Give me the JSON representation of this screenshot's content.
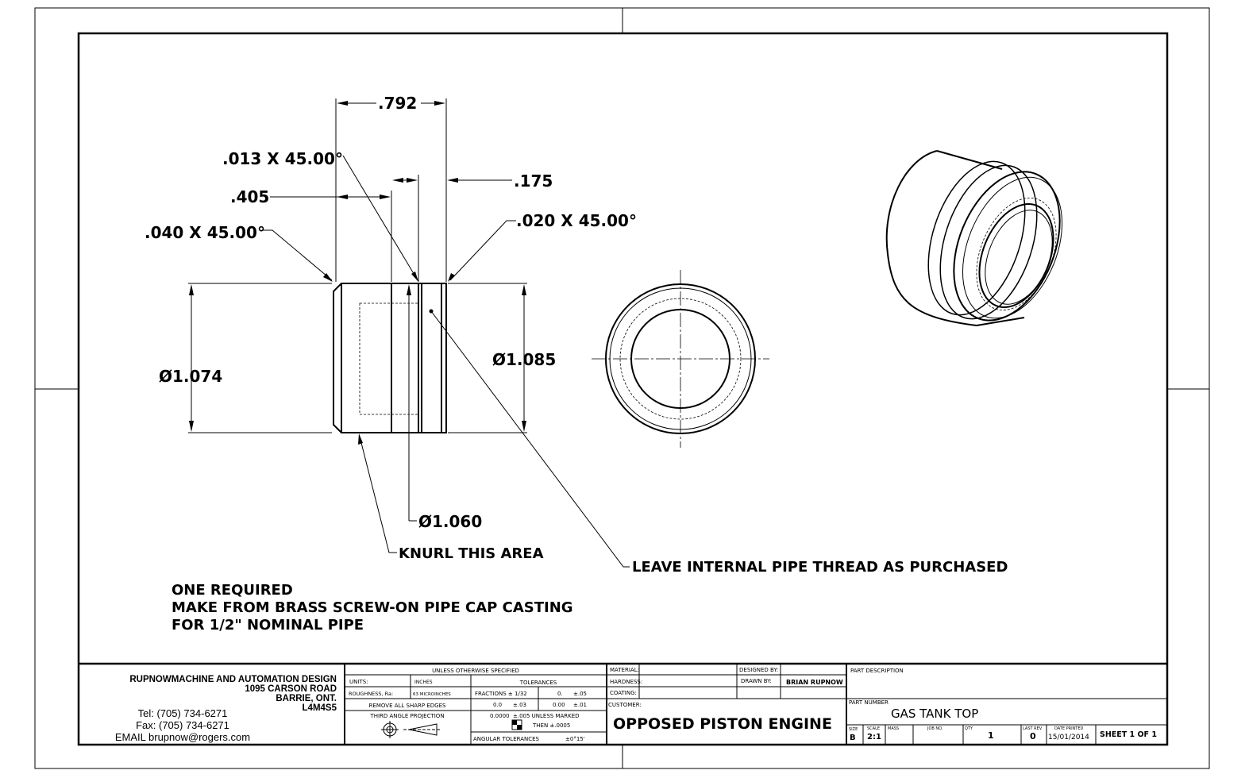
{
  "dimensions": {
    "overall_length": ".792",
    "chamfer_top": ".013 X 45.00°",
    "knurl_length": ".405",
    "right_length": ".175",
    "chamfer_left": ".040 X 45.00°",
    "chamfer_right": ".020 X 45.00°",
    "dia_left": "Ø1.074",
    "dia_right": "Ø1.085",
    "dia_groove": "Ø1.060"
  },
  "callouts": {
    "knurl": "KNURL THIS AREA",
    "thread": "LEAVE INTERNAL PIPE THREAD AS PURCHASED"
  },
  "notes": [
    "ONE REQUIRED",
    "MAKE FROM BRASS SCREW-ON PIPE CAP CASTING",
    "FOR 1/2\" NOMINAL PIPE"
  ],
  "company": {
    "name": "RUPNOWMACHINE AND AUTOMATION DESIGN",
    "address1": "1095 CARSON ROAD",
    "address2": "BARRIE, ONT.",
    "postal": "L4M4S5",
    "tel": "Tel: (705) 734-6271",
    "fax": "Fax: (705) 734-6271",
    "email": "EMAIL brupnow@rogers.com"
  },
  "tolerances": {
    "header": "UNLESS OTHERWISE SPECIFIED",
    "units_label": "UNITS:",
    "units_value": "INCHES",
    "roughness_label": "ROUGHNESS, Ra:",
    "roughness_value": "63 MICROINCHES",
    "sharp_edges": "REMOVE ALL SHARP EDGES",
    "projection": "THIRD ANGLE PROJECTION",
    "tol_header": "TOLERANCES",
    "fractions": "FRACTIONS ± 1/32",
    "x0": "0.",
    "x0_tol": "±.05",
    "x1": "0.0",
    "x1_tol": "±.03",
    "x2": "0.00",
    "x2_tol": "±.01",
    "x4": "0.0000",
    "x4_tol": "±.005 UNLESS MARKED",
    "then": "THEN  ±.0005",
    "angular": "ANGULAR TOLERANCES",
    "angular_value": "±0°15'"
  },
  "title_block": {
    "material_label": "MATERIAL:",
    "hardness_label": "HARDNESS:",
    "coating_label": "COATING:",
    "designed_label": "DESIGNED BY:",
    "drawn_label": "DRAWN BY:",
    "drawn_value": "BRIAN RUPNOW",
    "customer_label": "CUSTOMER:",
    "customer_value": "OPPOSED PISTON ENGINE",
    "part_desc_label": "PART DESCRIPTION",
    "part_number_label": "PART NUMBER",
    "part_number_value": "GAS TANK TOP",
    "size_label": "SIZE",
    "size_value": "B",
    "scale_label": "SCALE",
    "scale_value": "2:1",
    "mass_label": "MASS",
    "job_label": "JOB NO.",
    "qty_label": "QTY",
    "qty_value": "1",
    "rev_label": "LAST REV",
    "rev_value": "0",
    "date_label": "DATE PRINTED",
    "date_value": "15/01/2014",
    "sheet": "SHEET 1 OF 1"
  }
}
